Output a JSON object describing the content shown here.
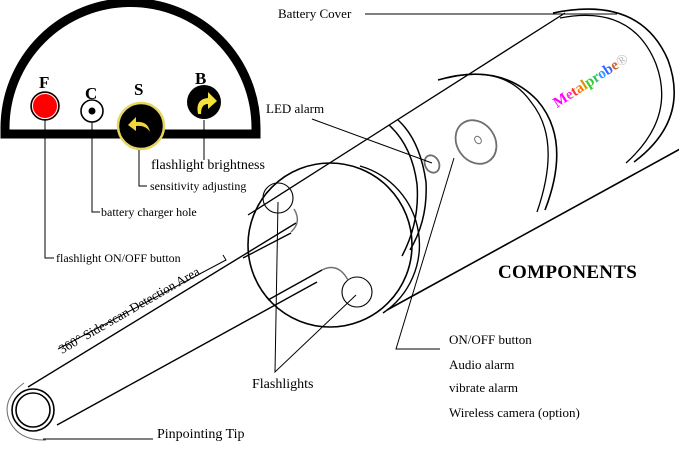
{
  "diagram": {
    "title": "COMPONENTS",
    "brand": {
      "name_letters": [
        "M",
        "e",
        "t",
        "a",
        "l",
        "p",
        "r",
        "o",
        "b",
        "e"
      ],
      "name_colors": [
        "#ff00ff",
        "#ff33cc",
        "#ff3333",
        "#ff7700",
        "#cc9900",
        "#33cc33",
        "#33bb66",
        "#3399ff",
        "#3366ff",
        "#cc6633"
      ],
      "registered_mark": "®"
    },
    "control_panel": {
      "buttons": [
        {
          "letter": "F",
          "name": "flashlight",
          "color": "#ff0000",
          "icon": "red-dot"
        },
        {
          "letter": "C",
          "name": "charger",
          "color": "#ffffff",
          "icon": "charger-hole"
        },
        {
          "letter": "S",
          "name": "sensitivity",
          "color": "#000000",
          "icon": "curved-arrow-left",
          "accent": "#ffe640"
        },
        {
          "letter": "B",
          "name": "brightness",
          "color": "#000000",
          "icon": "curved-arrow-right",
          "accent": "#ffe640"
        }
      ]
    },
    "labels": {
      "battery_cover": "Battery Cover",
      "led_alarm": "LED alarm",
      "flashlight_brightness": "flashlight brightness",
      "sensitivity_adjusting": "sensitivity adjusting",
      "battery_charger_hole": "battery charger hole",
      "flashlight_on_off": "flashlight ON/OFF button",
      "detection_area": "360° Side-scan Detection Area",
      "flashlights": "Flashlights",
      "pinpointing_tip": "Pinpointing Tip",
      "on_off_group": [
        "ON/OFF button",
        "Audio alarm",
        "vibrate alarm",
        "Wireless camera (option)"
      ]
    }
  }
}
